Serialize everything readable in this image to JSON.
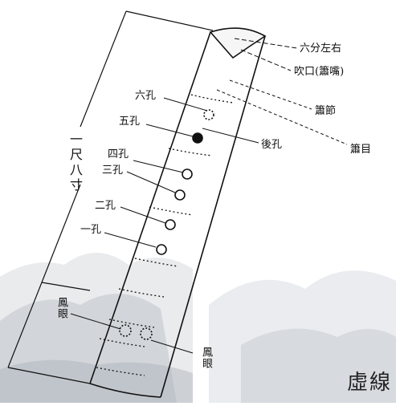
{
  "labels": {
    "length": "一尺八寸",
    "liufen": "六分左右",
    "chuikou": "吹口(簫嘴)",
    "xiaojie": "簫節",
    "xiaomu": "簫目",
    "houkong": "後孔",
    "hole6": "六孔",
    "hole5": "五孔",
    "hole4": "四孔",
    "hole3": "三孔",
    "hole2": "二孔",
    "hole1": "一孔",
    "fengyan_left": "鳳眼",
    "fengyan_right": "鳳眼",
    "dashed_note": "虛線"
  },
  "colors": {
    "ink": "#111111",
    "mountain": "#c9ced3"
  }
}
